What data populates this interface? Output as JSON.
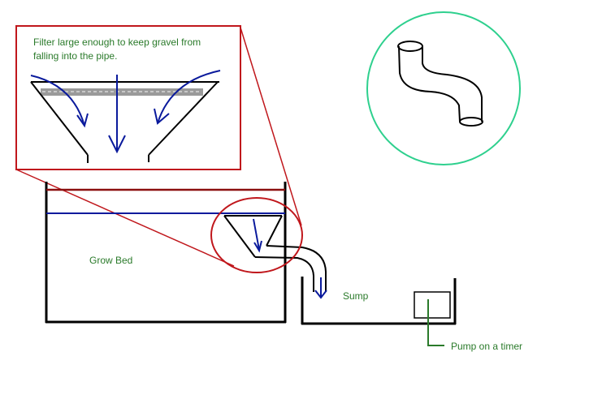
{
  "colors": {
    "outline": "#000000",
    "callout": "#c0171c",
    "water": "#0a1a9c",
    "arrow": "#0a1a9c",
    "label": "#2a7a2a",
    "gravel": "#8a8a8a",
    "inset_circle": "#2ed08e",
    "bed_rim": "#8b0f0f"
  },
  "callout": {
    "text": "Filter large enough to keep gravel from falling into the pipe."
  },
  "labels": {
    "grow_bed": "Grow Bed",
    "sump": "Sump",
    "pump": "Pump on a timer"
  },
  "inset": {
    "description": "S-shaped pipe detail"
  }
}
